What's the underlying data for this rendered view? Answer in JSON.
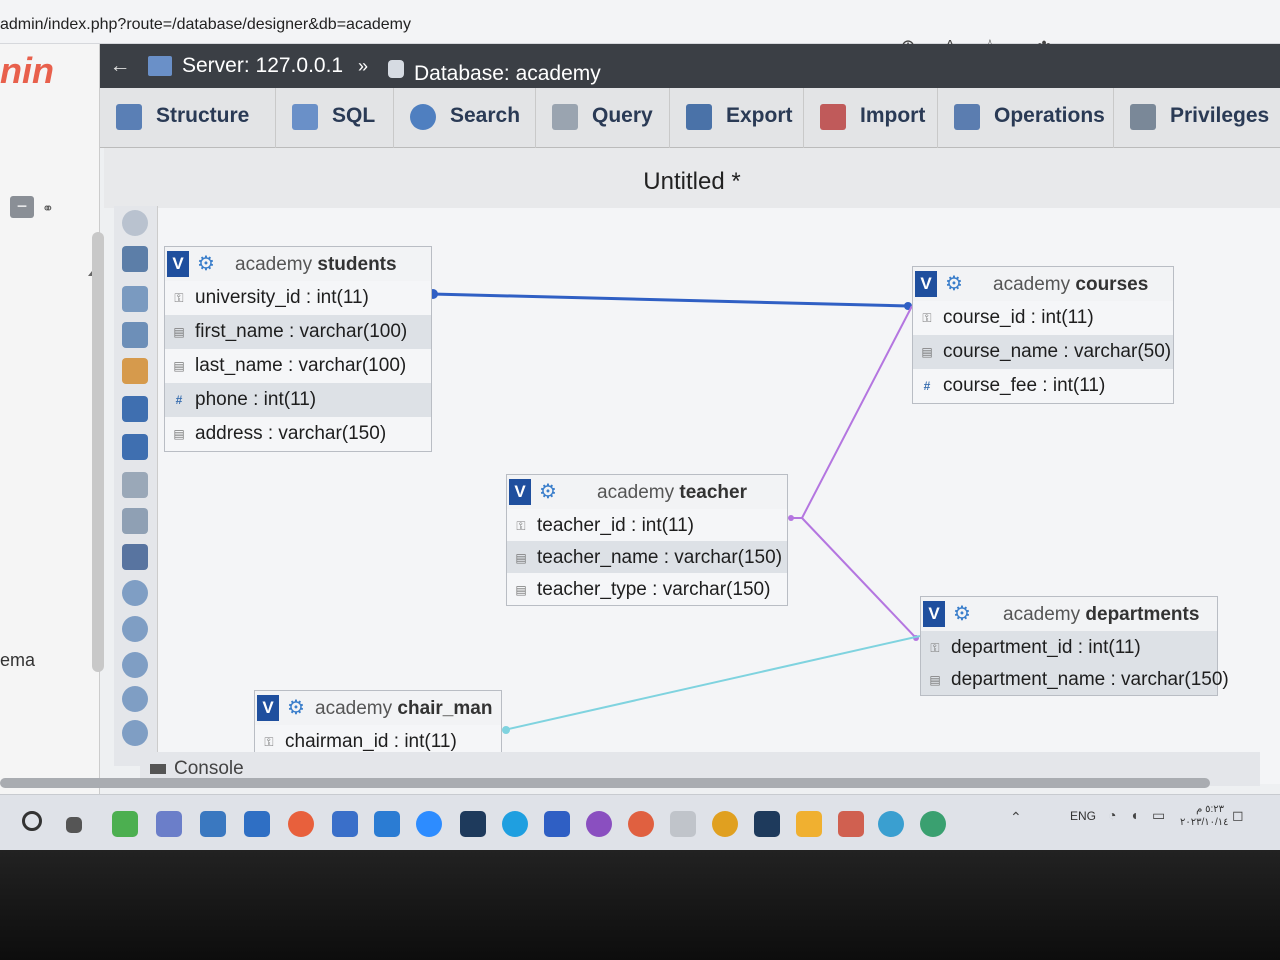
{
  "browser": {
    "url": "admin/index.php?route=/database/designer&db=academy",
    "toolbar_icons": [
      "zoom-icon",
      "read-aloud-icon",
      "favorite-star-icon",
      "extensions-icon",
      "split-screen-icon",
      "favorites-icon",
      "collections-icon",
      "health-icon",
      "more-icon"
    ]
  },
  "app": {
    "logo_fragment": "nin",
    "schema_fragment": "ema"
  },
  "breadcrumb": {
    "server": "Server: 127.0.0.1",
    "separator": "»",
    "database": "Database: academy"
  },
  "tabs": [
    {
      "label": "Structure",
      "icon": "structure-icon",
      "color": "#5a7fb5"
    },
    {
      "label": "SQL",
      "icon": "sql-icon",
      "color": "#6a90c8"
    },
    {
      "label": "Search",
      "icon": "search-icon",
      "color": "#4f7fc0"
    },
    {
      "label": "Query",
      "icon": "query-icon",
      "color": "#9aa4b0"
    },
    {
      "label": "Export",
      "icon": "export-icon",
      "color": "#4a72a8"
    },
    {
      "label": "Import",
      "icon": "import-icon",
      "color": "#c05a5a"
    },
    {
      "label": "Operations",
      "icon": "operations-wrench-icon",
      "color": "#5b7db0"
    },
    {
      "label": "Privileges",
      "icon": "privileges-icon",
      "color": "#7a8898"
    }
  ],
  "designer": {
    "title": "Untitled *"
  },
  "tables": {
    "students": {
      "db": "academy",
      "name": "students",
      "columns": [
        {
          "text": "university_id : int(11)",
          "icon": "key"
        },
        {
          "text": "first_name : varchar(100)",
          "icon": "text"
        },
        {
          "text": "last_name : varchar(100)",
          "icon": "text"
        },
        {
          "text": "phone : int(11)",
          "icon": "hash"
        },
        {
          "text": "address : varchar(150)",
          "icon": "text"
        }
      ]
    },
    "courses": {
      "db": "academy",
      "name": "courses",
      "columns": [
        {
          "text": "course_id : int(11)",
          "icon": "key"
        },
        {
          "text": "course_name : varchar(50)",
          "icon": "text"
        },
        {
          "text": "course_fee : int(11)",
          "icon": "hash"
        }
      ]
    },
    "teacher": {
      "db": "academy",
      "name": "teacher",
      "columns": [
        {
          "text": "teacher_id : int(11)",
          "icon": "key"
        },
        {
          "text": "teacher_name : varchar(150)",
          "icon": "text"
        },
        {
          "text": "teacher_type : varchar(150)",
          "icon": "text"
        }
      ]
    },
    "departments": {
      "db": "academy",
      "name": "departments",
      "columns": [
        {
          "text": "department_id : int(11)",
          "icon": "key"
        },
        {
          "text": "department_name : varchar(150)",
          "icon": "text"
        }
      ]
    },
    "chair_man": {
      "db": "academy",
      "name": "chair_man",
      "columns": [
        {
          "text": "chairman_id : int(11)",
          "icon": "key"
        }
      ]
    }
  },
  "relations": {
    "students_courses_color": "#2f5fc4",
    "teacher_links_color": "#b476e0",
    "chairman_department_color": "#7fd3df"
  },
  "console": {
    "label": "Console"
  },
  "taskbar": {
    "lang": "ENG",
    "clock_line1": "٥:٢٣ م",
    "clock_line2": "٢٠٢٣/١٠/١٤"
  }
}
